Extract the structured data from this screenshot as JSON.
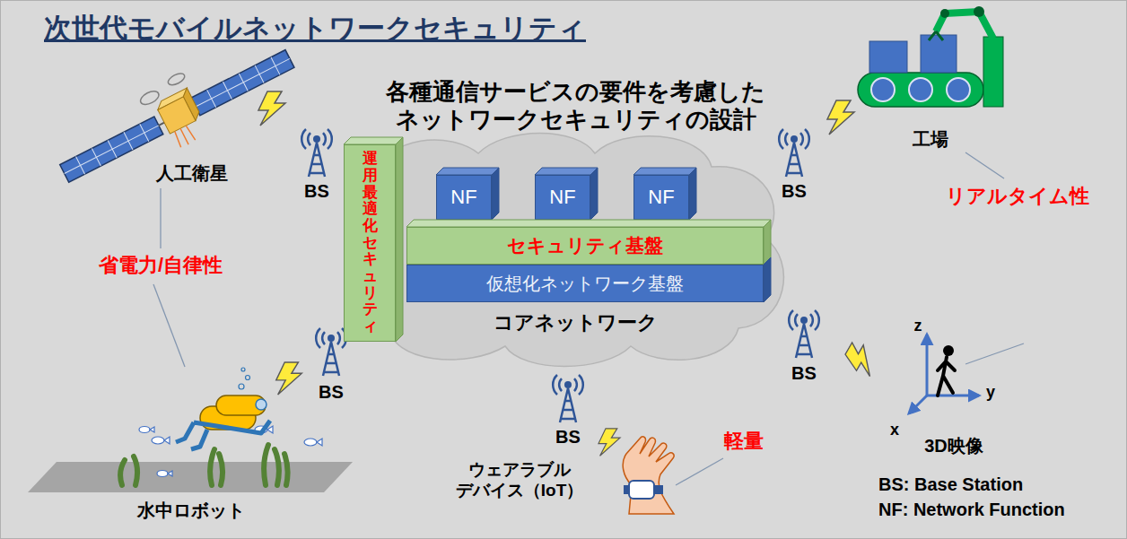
{
  "diagram": {
    "title": "次世代モバイルネットワークセキュリティ",
    "nodes": [
      {
        "text": [
          "コアネットワーク"
        ]
      },
      {
        "text": [
          "運用最適化セキュリティ"
        ],
        "in": 0
      },
      {
        "text": [
          "NF"
        ],
        "in": 0
      },
      {
        "text": [
          "NF"
        ],
        "in": 0
      },
      {
        "text": [
          "NF"
        ],
        "in": 0
      },
      {
        "text": [
          "セキュリティ基盤"
        ],
        "in": 0
      },
      {
        "text": [
          "仮想化ネットワーク基盤"
        ],
        "in": 0
      }
    ],
    "labels": [
      "各種通信サービスの要件を考慮した ネットワークセキュリティの設計",
      "人工衛星",
      "BS",
      "BS",
      "工場",
      "リアルタイム性",
      "省電力/自律性",
      "BS",
      "BS",
      "BS",
      "水中ロボット",
      "ウェアラブル デバイス（IoT）",
      "軽量",
      "z",
      "y",
      "x",
      "3D映像",
      "BS: Base Station",
      "NF: Network Function"
    ]
  }
}
